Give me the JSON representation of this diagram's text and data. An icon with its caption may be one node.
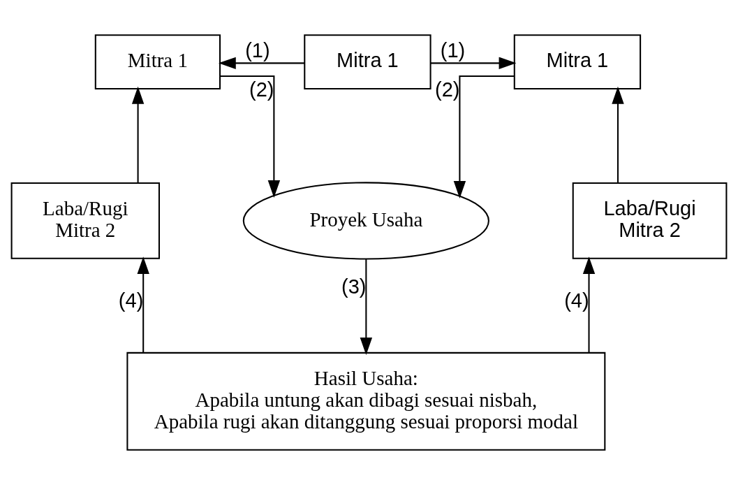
{
  "diagram": {
    "nodes": [
      {
        "text": [
          "Mitra 1"
        ]
      },
      {
        "text": [
          "Mitra 1"
        ]
      },
      {
        "text": [
          "Mitra 1"
        ]
      },
      {
        "text": [
          "Laba/Rugi",
          "Mitra 2"
        ]
      },
      {
        "text": [
          "Proyek Usaha"
        ]
      },
      {
        "text": [
          "Laba/Rugi",
          "Mitra 2"
        ]
      },
      {
        "text": [
          "Hasil Usaha:",
          "Apabila untung akan dibagi sesuai nisbah,",
          "Apabila rugi akan ditanggung sesuai proporsi modal"
        ]
      }
    ],
    "edges": [
      {
        "from": 1,
        "to": 0,
        "arrow": "to",
        "label": "(1)"
      },
      {
        "from": 1,
        "to": 2,
        "arrow": "to",
        "label": "(1)"
      },
      {
        "from": 0,
        "to": 4,
        "arrow": "to",
        "label": "(2)"
      },
      {
        "from": 2,
        "to": 4,
        "arrow": "to",
        "label": "(2)"
      },
      {
        "from": 3,
        "to": 0,
        "arrow": "to"
      },
      {
        "from": 5,
        "to": 2,
        "arrow": "to"
      },
      {
        "from": 4,
        "to": 6,
        "arrow": "to",
        "label": "(3)"
      },
      {
        "from": 6,
        "to": 3,
        "arrow": "to",
        "label": "(4)"
      },
      {
        "from": 6,
        "to": 5,
        "arrow": "to",
        "label": "(4)"
      }
    ]
  }
}
